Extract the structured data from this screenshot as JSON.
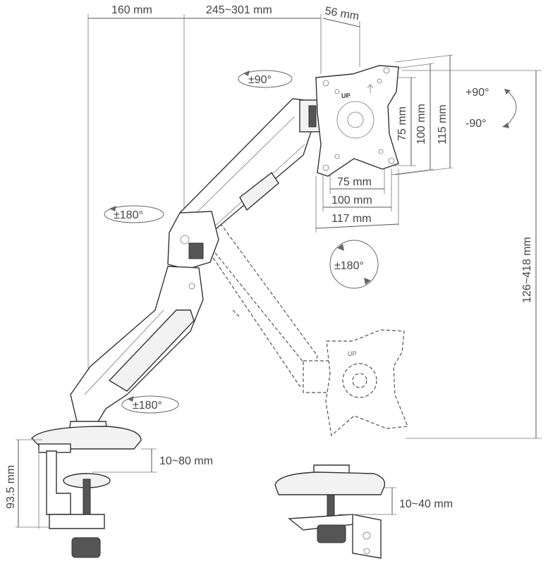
{
  "dimensions": {
    "base_offset": "160 mm",
    "arm_reach": "245~301 mm",
    "plate_depth": "56 mm",
    "vesa_75_h": "75 mm",
    "vesa_100_h": "100 mm",
    "plate_117_h": "117 mm",
    "vesa_75_v": "75 mm",
    "vesa_100_v": "100 mm",
    "plate_115_v": "115 mm",
    "height_range": "126~418 mm",
    "clamp_height": "93.5 mm",
    "clamp_range": "10~80 mm",
    "grommet_range": "10~40 mm"
  },
  "rotations": {
    "tilt_top": "±90°",
    "swivel_upper": "±180°",
    "swivel_lower": "±180°",
    "plate_rotate": "±180°",
    "tilt_plus": "+90°",
    "tilt_minus": "-90°"
  },
  "plate_marks": {
    "up_label": "UP",
    "up_label_ghost": "UP"
  }
}
